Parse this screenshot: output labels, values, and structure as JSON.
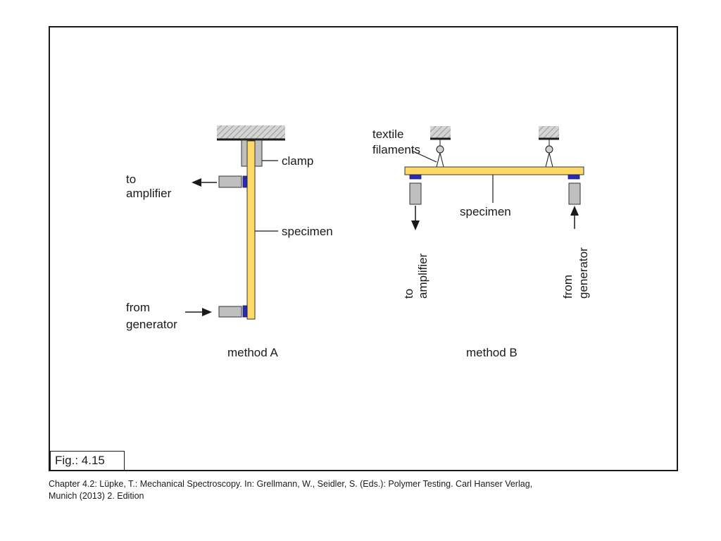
{
  "figure_label": "Fig.: 4.15",
  "caption": {
    "line1": "Chapter 4.2: Lüpke, T.: Mechanical Spectroscopy. In: Grellmann, W., Seidler, S. (Eds.): Polymer Testing. Carl Hanser Verlag,",
    "line2": "Munich (2013) 2. Edition"
  },
  "method_a": {
    "title": "method  A",
    "clamp": "clamp",
    "specimen": "specimen",
    "to_amplifier": [
      "to",
      "amplifier"
    ],
    "from_generator": [
      "from",
      "generator"
    ]
  },
  "method_b": {
    "title": "method  B",
    "filaments": [
      "textile",
      "filaments"
    ],
    "specimen": "specimen",
    "to_amplifier": [
      "to",
      "amplifier"
    ],
    "from_generator": [
      "from",
      "generator"
    ]
  },
  "colors": {
    "specimen_fill": "#ffd966",
    "transducer": "#2b2bb0",
    "block": "#bfbfbf",
    "hatch_bg": "#d0d0d0"
  }
}
